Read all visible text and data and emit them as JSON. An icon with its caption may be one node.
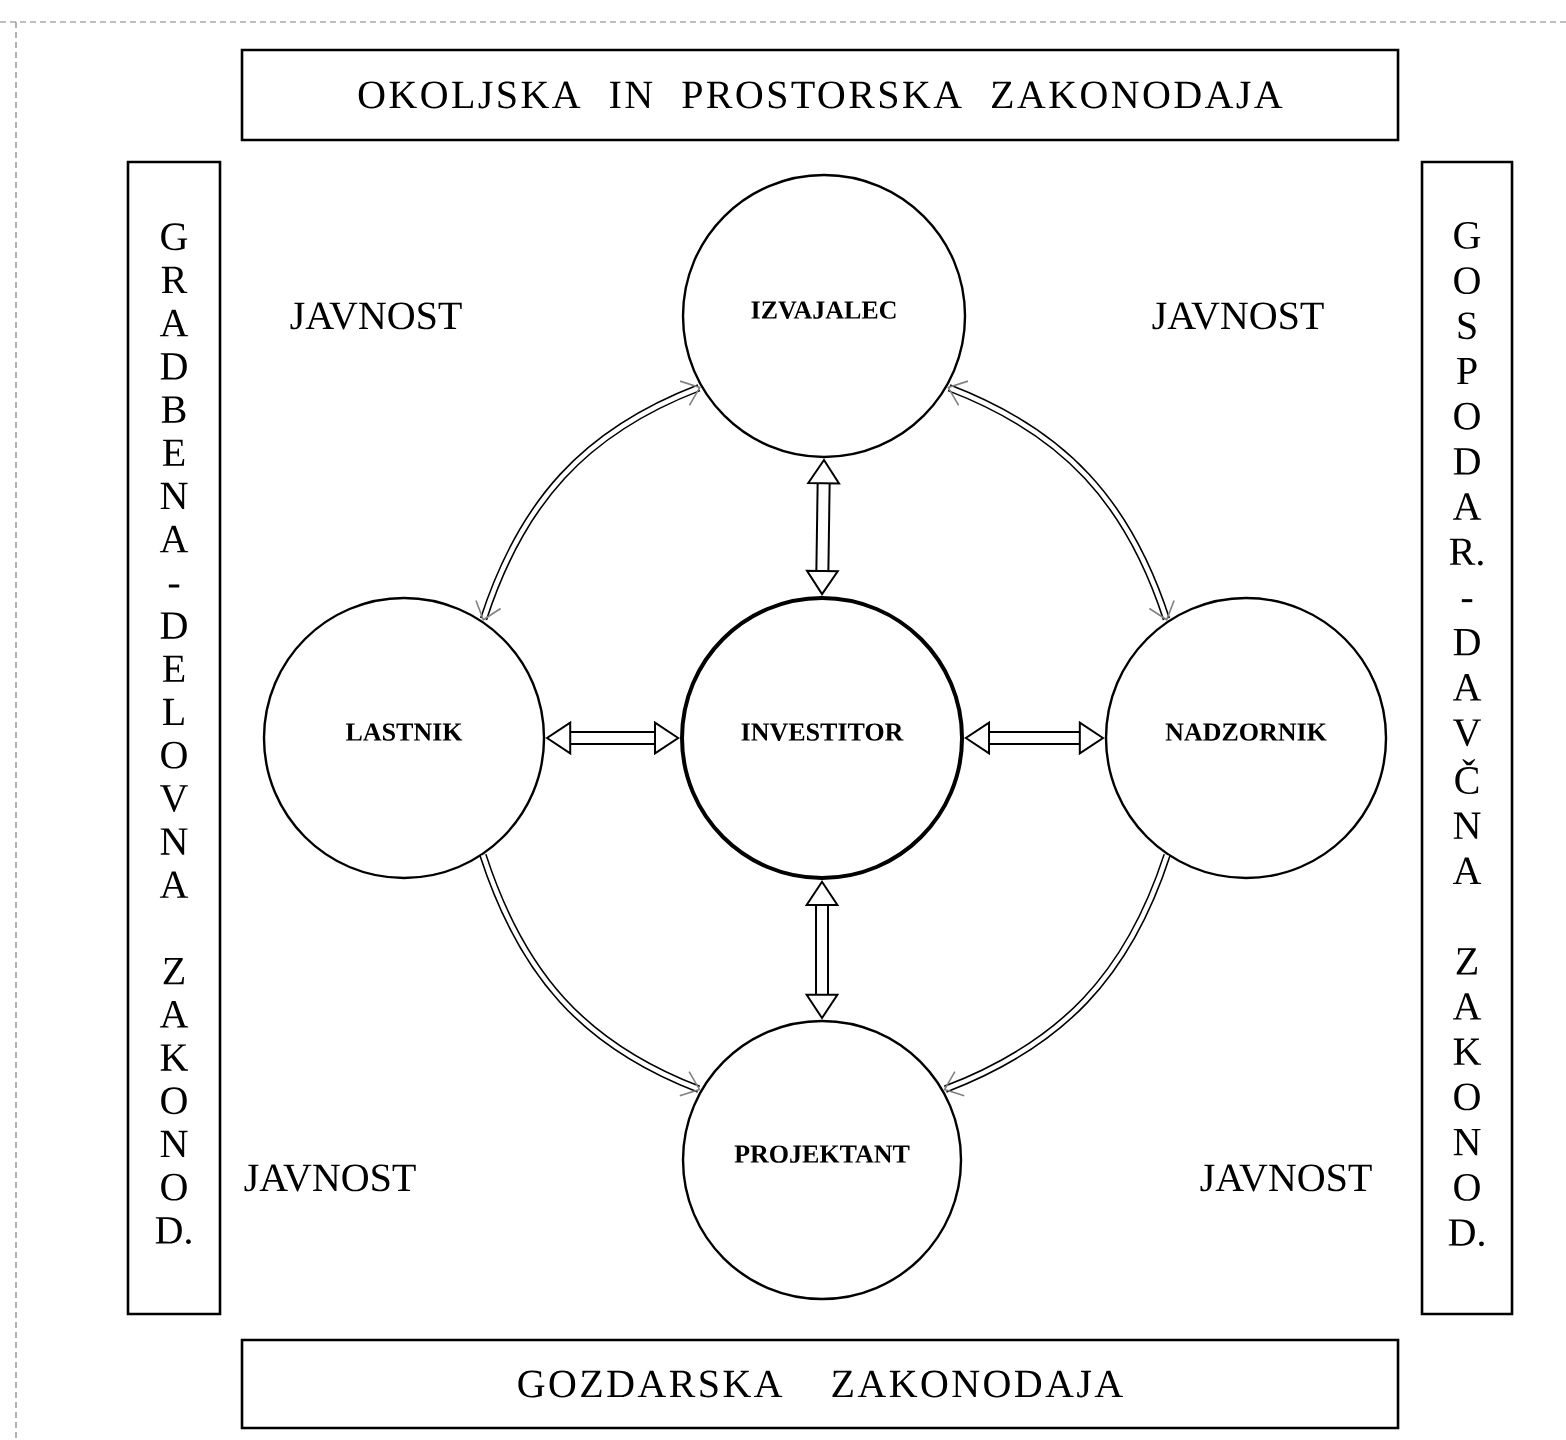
{
  "diagram": {
    "nodes": [
      {
        "text": [
          "OKOLJSKA IN PROSTORSKA ZAKONODAJA"
        ]
      },
      {
        "text": [
          "GRADBENA-DELOVNA ZAKONOD."
        ]
      },
      {
        "text": [
          "GOSPODAR.-DAVČNA ZAKONOD."
        ]
      },
      {
        "text": [
          "IZVAJALEC"
        ]
      },
      {
        "text": [
          "LASTNIK"
        ]
      },
      {
        "text": [
          "INVESTITOR"
        ]
      },
      {
        "text": [
          "NADZORNIK"
        ]
      },
      {
        "text": [
          "PROJEKTANT"
        ]
      },
      {
        "text": [
          "GOZDARSKA ZAKONODAJA"
        ]
      }
    ],
    "edges": [
      {
        "from": 5,
        "to": 3,
        "arrow": "both",
        "style": "thick"
      },
      {
        "from": 5,
        "to": 4,
        "arrow": "both",
        "style": "thick"
      },
      {
        "from": 5,
        "to": 6,
        "arrow": "both",
        "style": "thick"
      },
      {
        "from": 5,
        "to": 7,
        "arrow": "both",
        "style": "thick"
      },
      {
        "from": 4,
        "to": 3,
        "arrow": "both"
      },
      {
        "from": 6,
        "to": 3,
        "arrow": "both"
      },
      {
        "from": 4,
        "to": 7,
        "arrow": "to"
      },
      {
        "from": 6,
        "to": 7,
        "arrow": "to"
      }
    ],
    "labels": [
      "JAVNOST",
      "JAVNOST",
      "JAVNOST",
      "JAVNOST"
    ]
  }
}
